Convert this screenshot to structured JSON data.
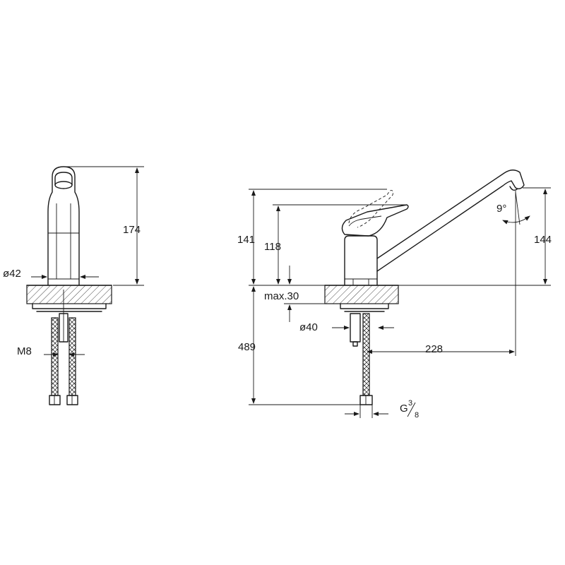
{
  "dimensions": {
    "front_height": "174",
    "front_diameter": "ø42",
    "front_thread": "M8",
    "side_lever_height": "141",
    "side_body_height": "118",
    "side_spout_height": "144",
    "side_spout_angle": "9°",
    "side_max_thickness": "max.30",
    "side_hole_diameter": "ø40",
    "side_hose_length": "489",
    "side_reach": "228",
    "side_connection_prefix": "G",
    "side_connection_num": "3",
    "side_connection_den": "8"
  }
}
